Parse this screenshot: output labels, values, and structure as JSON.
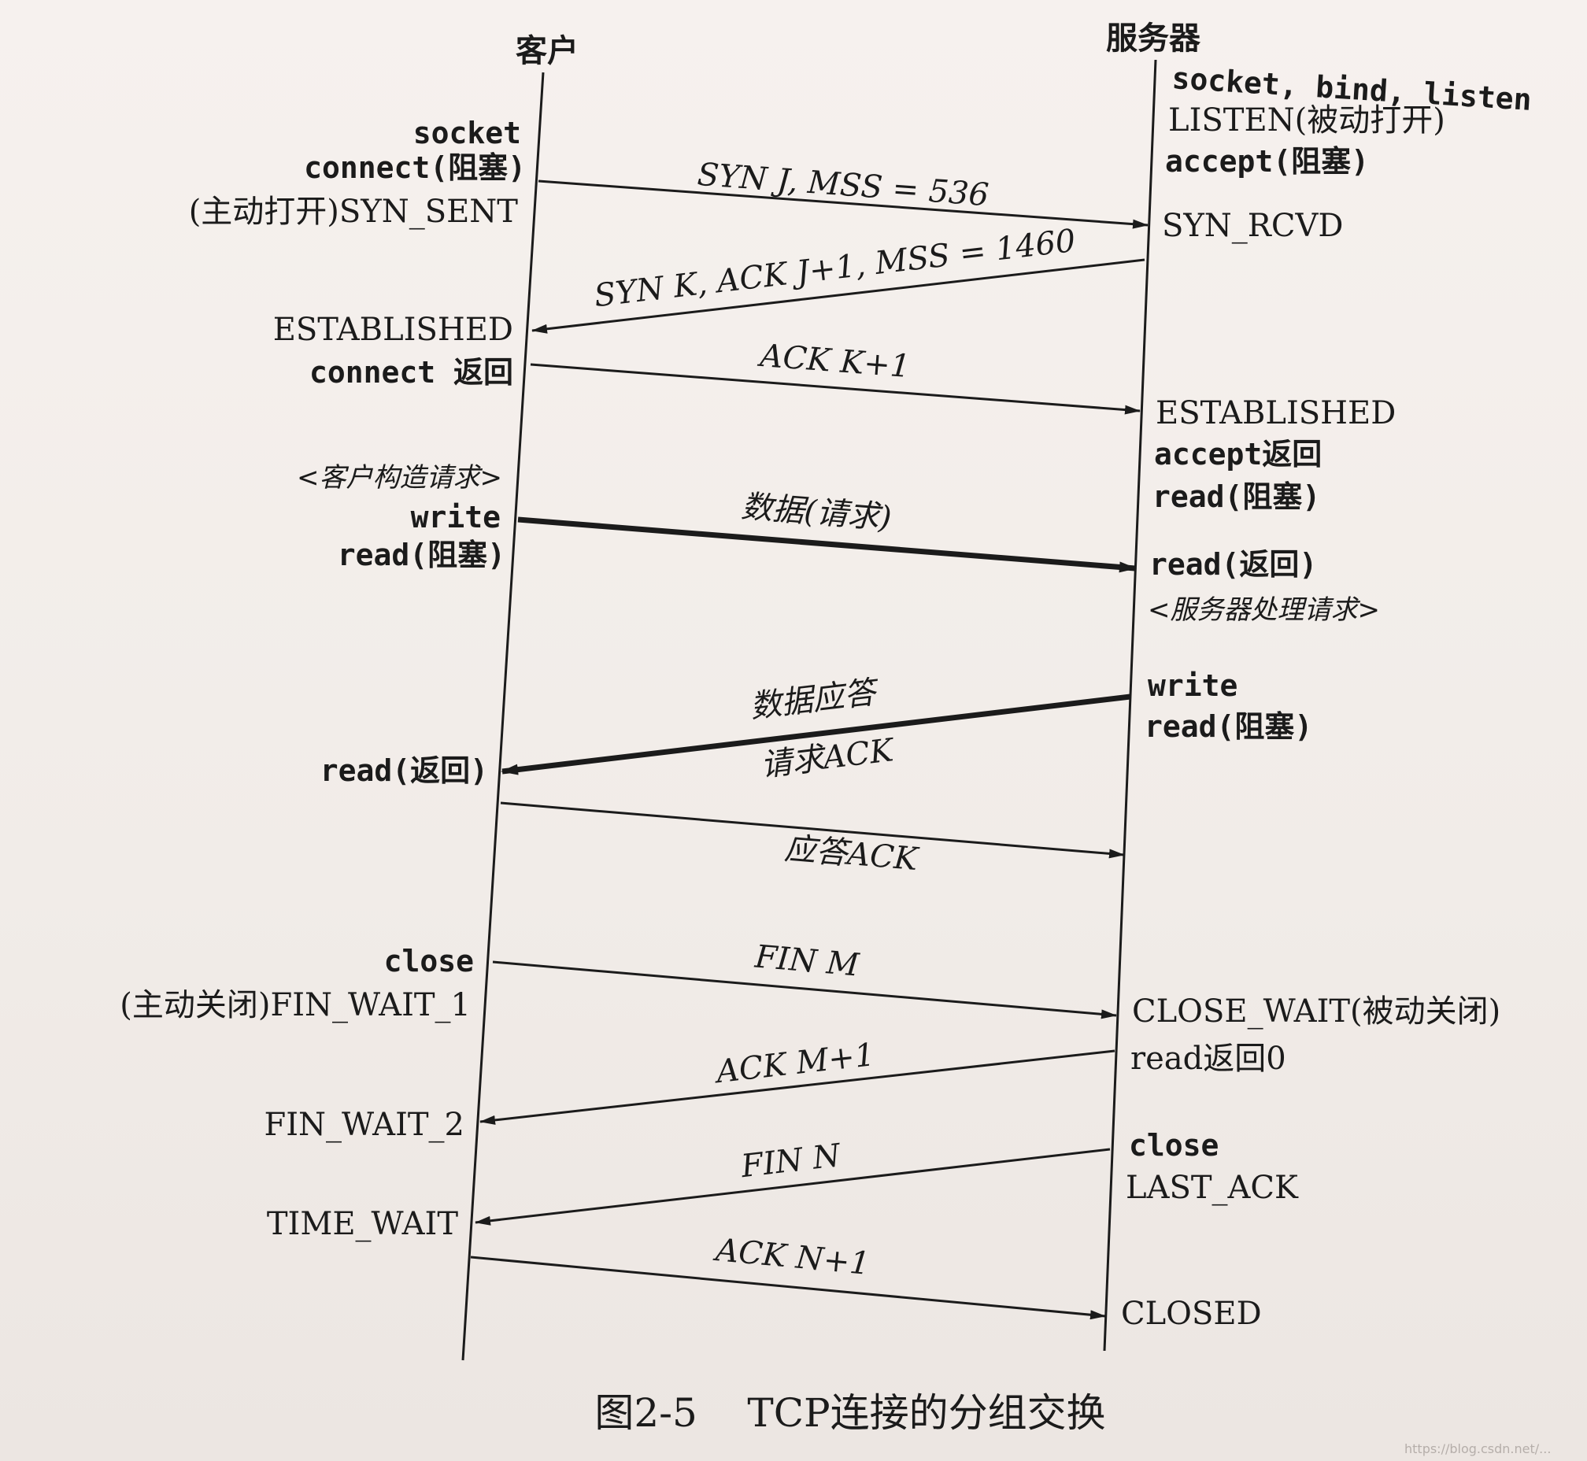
{
  "parties": {
    "client": "客户",
    "server": "服务器"
  },
  "client_labels": [
    {
      "id": "c-socket",
      "text": "socket",
      "style": "mono"
    },
    {
      "id": "c-connect-block",
      "text": "connect(阻塞)",
      "style": "mono"
    },
    {
      "id": "c-syn-sent",
      "text": "(主动打开)SYN_SENT",
      "style": "serif"
    },
    {
      "id": "c-established",
      "text": "ESTABLISHED",
      "style": "serif"
    },
    {
      "id": "c-connect-return",
      "text": "connect 返回",
      "style": "mono"
    },
    {
      "id": "c-build-request",
      "text": "<客户构造请求>",
      "style": "small-italic"
    },
    {
      "id": "c-write",
      "text": "write",
      "style": "mono"
    },
    {
      "id": "c-read-block",
      "text": "read(阻塞)",
      "style": "mono"
    },
    {
      "id": "c-read-return",
      "text": "read(返回)",
      "style": "mono"
    },
    {
      "id": "c-close",
      "text": "close",
      "style": "mono"
    },
    {
      "id": "c-fin-wait-1",
      "text": "(主动关闭)FIN_WAIT_1",
      "style": "serif"
    },
    {
      "id": "c-fin-wait-2",
      "text": "FIN_WAIT_2",
      "style": "serif"
    },
    {
      "id": "c-time-wait",
      "text": "TIME_WAIT",
      "style": "serif"
    }
  ],
  "server_labels": [
    {
      "id": "s-socket-bind-listen",
      "text": "socket, bind, listen",
      "style": "mono"
    },
    {
      "id": "s-listen",
      "text": "LISTEN(被动打开)",
      "style": "serif"
    },
    {
      "id": "s-accept-block",
      "text": "accept(阻塞)",
      "style": "mono"
    },
    {
      "id": "s-syn-rcvd",
      "text": "SYN_RCVD",
      "style": "serif"
    },
    {
      "id": "s-established",
      "text": "ESTABLISHED",
      "style": "serif"
    },
    {
      "id": "s-accept-return",
      "text": "accept返回",
      "style": "mono"
    },
    {
      "id": "s-read-block-1",
      "text": "read(阻塞)",
      "style": "mono"
    },
    {
      "id": "s-read-return",
      "text": "read(返回)",
      "style": "mono"
    },
    {
      "id": "s-process-request",
      "text": "<服务器处理请求>",
      "style": "small-italic"
    },
    {
      "id": "s-write",
      "text": "write",
      "style": "mono"
    },
    {
      "id": "s-read-block-2",
      "text": "read(阻塞)",
      "style": "mono"
    },
    {
      "id": "s-close-wait",
      "text": "CLOSE_WAIT(被动关闭)",
      "style": "serif"
    },
    {
      "id": "s-read-return-0",
      "text": "read返回0",
      "style": "serif"
    },
    {
      "id": "s-close",
      "text": "close",
      "style": "mono"
    },
    {
      "id": "s-last-ack",
      "text": "LAST_ACK",
      "style": "serif"
    },
    {
      "id": "s-closed",
      "text": "CLOSED",
      "style": "serif"
    }
  ],
  "messages": [
    {
      "id": "m-syn",
      "text": "SYN J, MSS = 536",
      "direction": "to-server",
      "bold": false
    },
    {
      "id": "m-syn-ack",
      "text": "SYN K, ACK J+1, MSS = 1460",
      "direction": "to-client",
      "bold": false
    },
    {
      "id": "m-ack",
      "text": "ACK K+1",
      "direction": "to-server",
      "bold": false
    },
    {
      "id": "m-data-request",
      "text": "数据(请求)",
      "direction": "to-server",
      "bold": true
    },
    {
      "id": "m-data-reply",
      "text": "数据应答",
      "sub_text": "请求ACK",
      "direction": "to-client",
      "bold": true
    },
    {
      "id": "m-reply-ack",
      "text": "应答ACK",
      "direction": "to-server",
      "bold": false
    },
    {
      "id": "m-fin-m",
      "text": "FIN M",
      "direction": "to-server",
      "bold": false
    },
    {
      "id": "m-ack-m1",
      "text": "ACK M+1",
      "direction": "to-client",
      "bold": false
    },
    {
      "id": "m-fin-n",
      "text": "FIN N",
      "direction": "to-client",
      "bold": false
    },
    {
      "id": "m-ack-n1",
      "text": "ACK N+1",
      "direction": "to-server",
      "bold": false
    }
  ],
  "caption": "图2-5    TCP连接的分组交换",
  "watermark": "https://blog.csdn.net/..."
}
